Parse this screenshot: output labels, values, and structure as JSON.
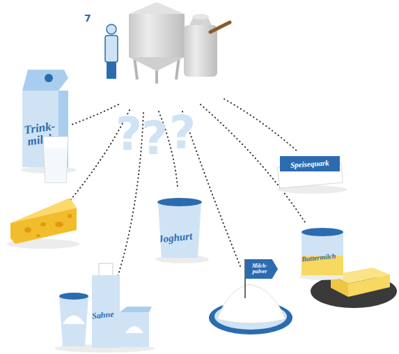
{
  "diagram": {
    "nodes": [
      {
        "text": [
          "Trink- milch"
        ]
      },
      {
        "text": [
          "Speisequark"
        ]
      },
      {
        "text": [
          "Joghurt"
        ]
      },
      {
        "text": [
          "Buttermilch"
        ]
      },
      {
        "text": [
          "Sahne"
        ]
      },
      {
        "text": [
          "Milch- pulver"
        ]
      }
    ],
    "labels": [
      "7",
      "?",
      "?",
      "?"
    ]
  }
}
